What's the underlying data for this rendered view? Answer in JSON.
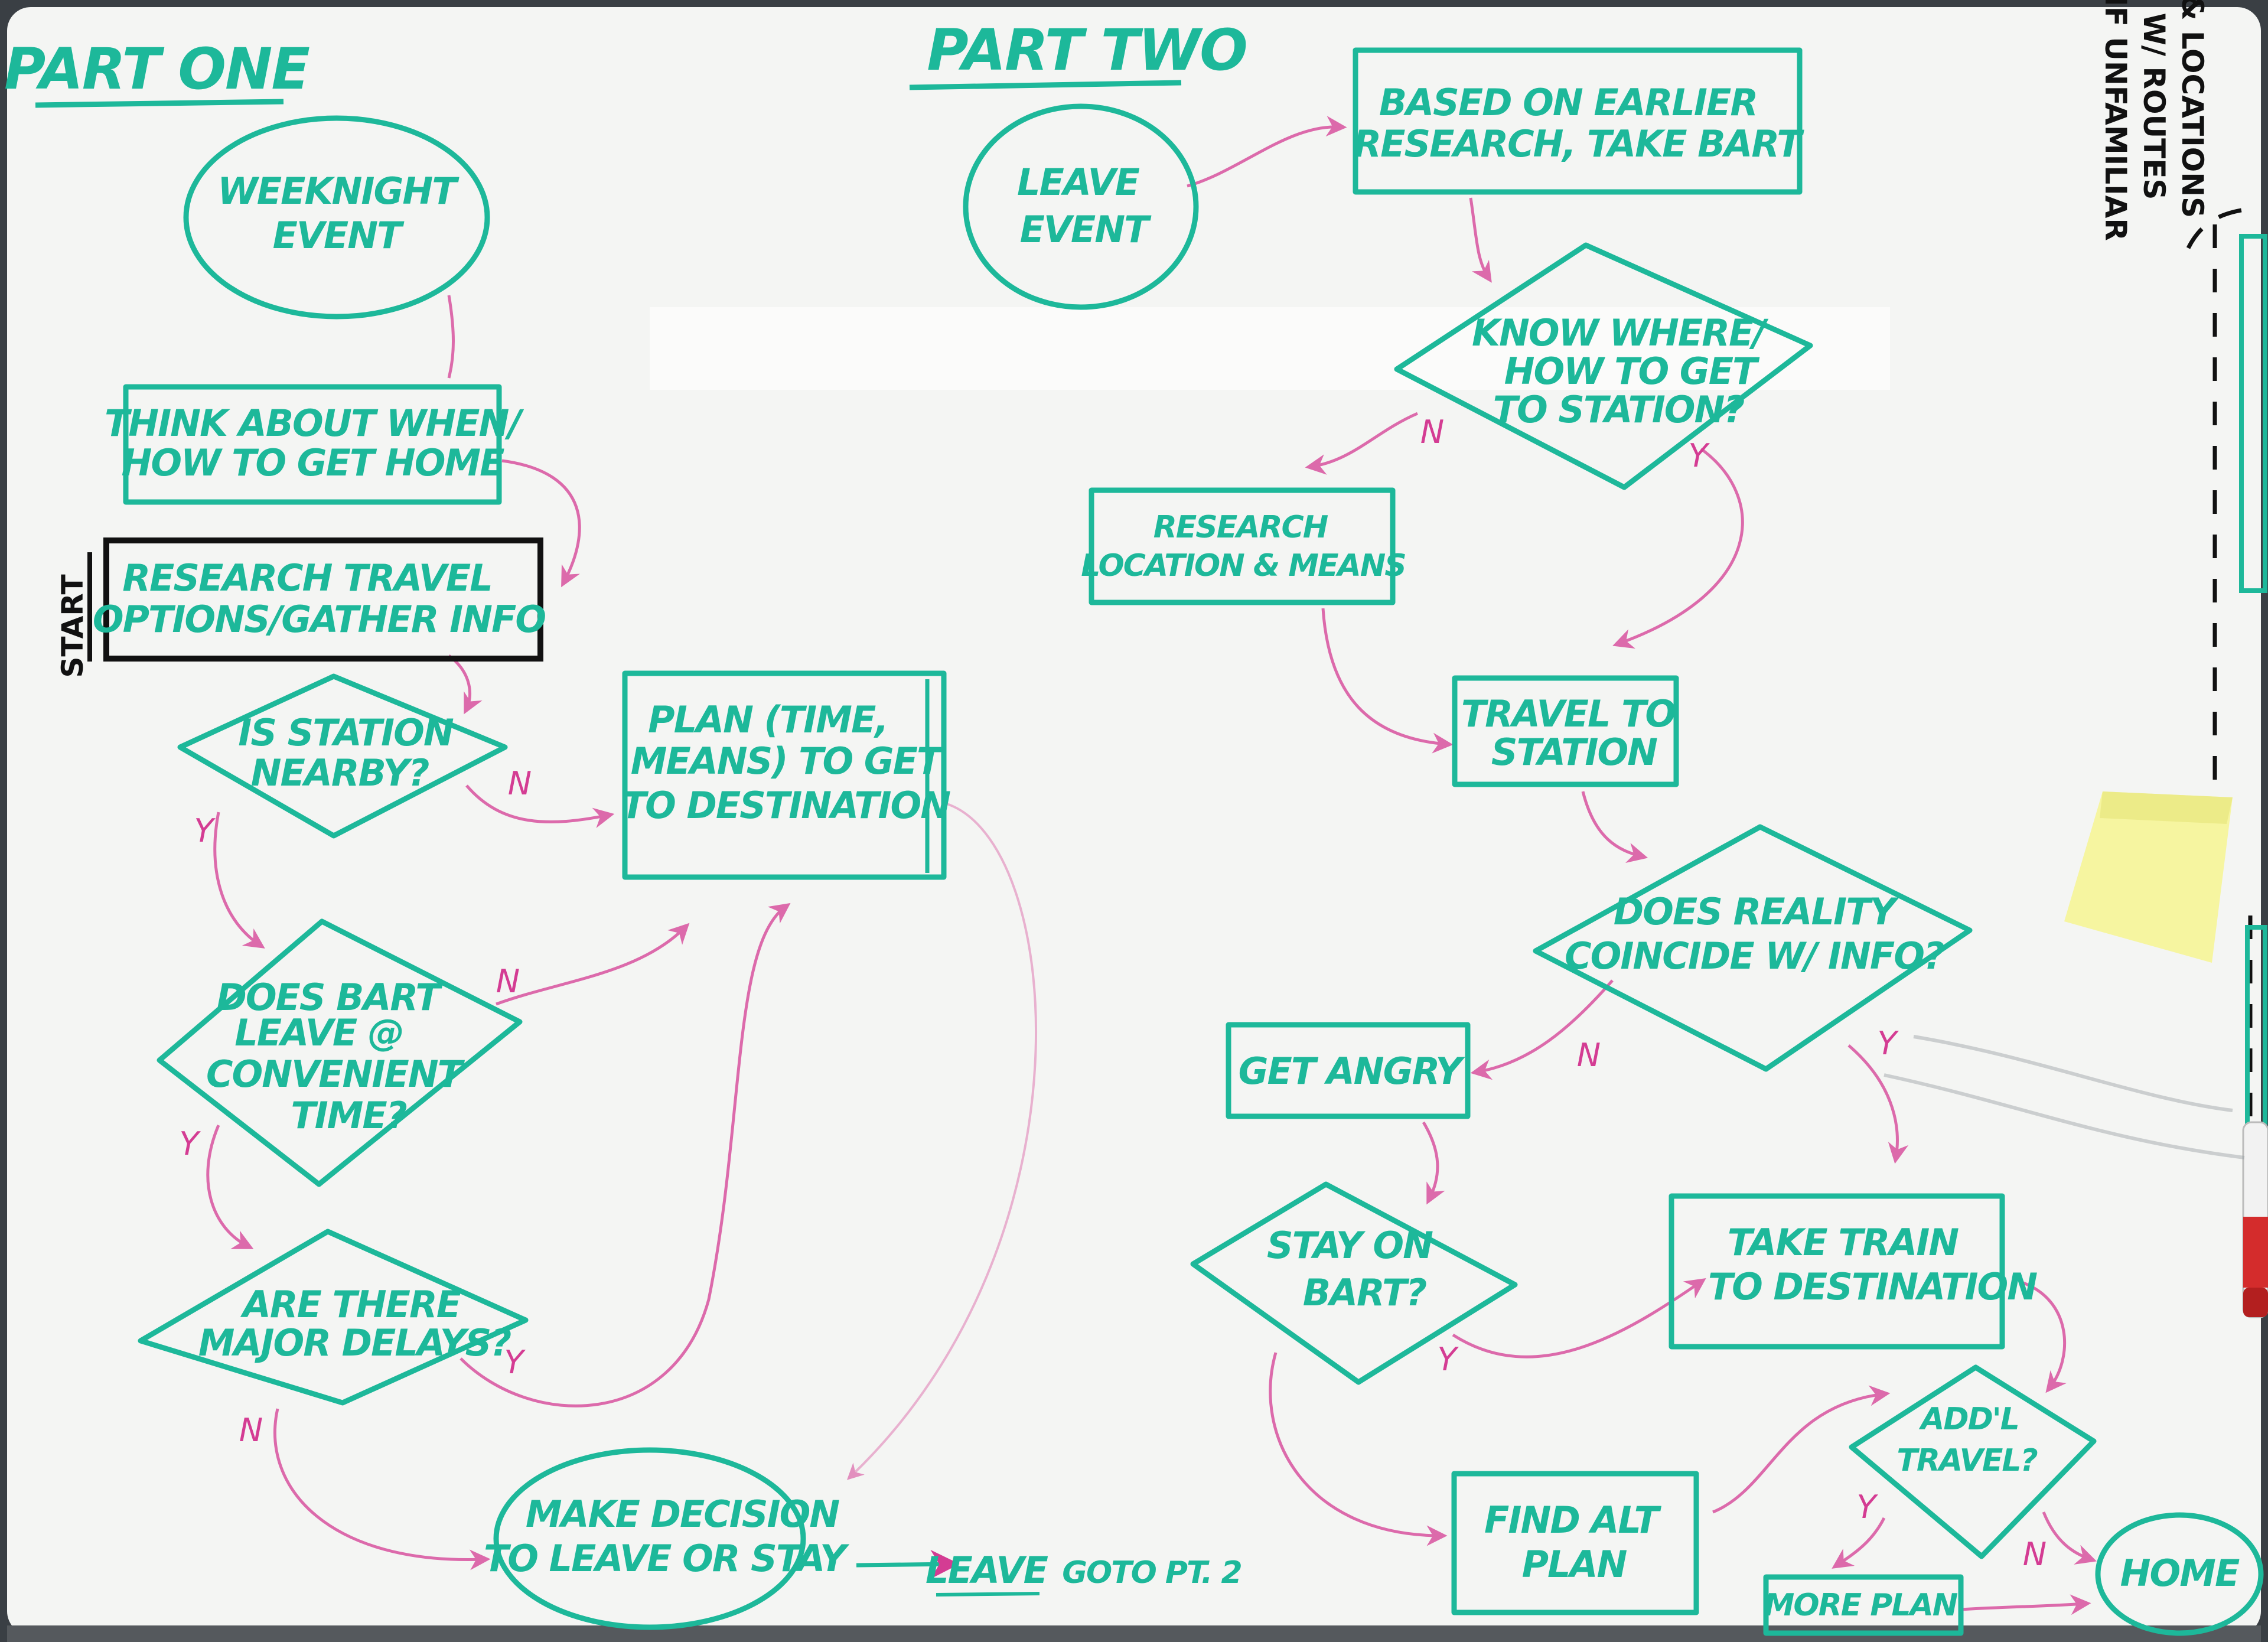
{
  "headers": {
    "part_one": "PART ONE",
    "part_two": "PART TWO"
  },
  "side_notes": {
    "start": "START",
    "margin_note_line1": "IF UNFAMILIAR",
    "margin_note_line2": "W/ ROUTES",
    "margin_note_line3": "& LOCATIONS"
  },
  "part_one": {
    "weeknight_event": [
      "WEEKNIGHT",
      "EVENT"
    ],
    "think_about": [
      "THINK ABOUT WHEN/",
      "HOW TO GET HOME"
    ],
    "research_travel": [
      "RESEARCH TRAVEL",
      "OPTIONS/GATHER INFO"
    ],
    "is_station_nearby": [
      "IS STATION",
      "NEARBY?"
    ],
    "plan": [
      "PLAN (TIME,",
      "MEANS) TO GET",
      "TO DESTINATION"
    ],
    "does_bart_leave": [
      "DOES BART",
      "LEAVE @",
      "CONVENIENT",
      "TIME?"
    ],
    "major_delays": [
      "ARE THERE",
      "MAJOR DELAYS?"
    ],
    "make_decision": [
      "MAKE DECISION",
      "TO LEAVE OR STAY"
    ],
    "leave_goto": "LEAVE",
    "goto_pt2": "GOTO PT. 2"
  },
  "part_two": {
    "leave_event": [
      "LEAVE",
      "EVENT"
    ],
    "based_on_research": [
      "BASED ON EARLIER",
      "RESEARCH, TAKE BART"
    ],
    "know_where": [
      "KNOW WHERE/",
      "HOW TO GET",
      "TO STATION?"
    ],
    "research_location": [
      "RESEARCH",
      "LOCATION & MEANS"
    ],
    "travel_to_station": [
      "TRAVEL TO",
      "STATION"
    ],
    "does_reality": [
      "DOES REALITY",
      "COINCIDE W/ INFO?"
    ],
    "get_angry": "GET ANGRY",
    "stay_on_bart": [
      "STAY ON",
      "BART?"
    ],
    "take_train": [
      "TAKE TRAIN",
      "TO DESTINATION"
    ],
    "find_alt_plan": [
      "FIND ALT",
      "PLAN"
    ],
    "addl_travel": [
      "ADD'L",
      "TRAVEL?"
    ],
    "more_plan": "MORE PLAN",
    "home": "HOME"
  },
  "edge_labels": {
    "y": "Y",
    "n": "N"
  },
  "colors": {
    "board": "#f4f5f3",
    "marker_teal": "#1db89a",
    "marker_pink": "#d43c93",
    "marker_black": "#111111",
    "sticky_note": "#f6f5a0"
  }
}
